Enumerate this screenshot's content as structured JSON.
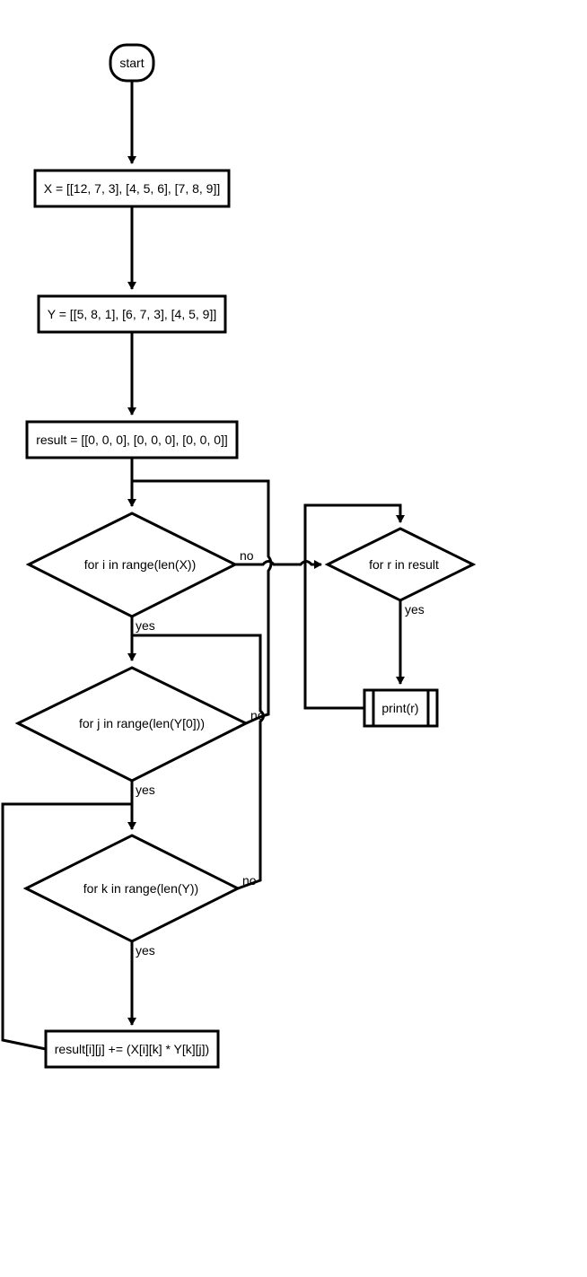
{
  "nodes": {
    "start": "start",
    "x_assign": "X = [[12, 7, 3], [4, 5, 6], [7, 8, 9]]",
    "y_assign": "Y = [[5, 8, 1], [6, 7, 3], [4, 5, 9]]",
    "result_assign": "result = [[0, 0, 0], [0, 0, 0], [0, 0, 0]]",
    "loop_i": "for i in range(len(X))",
    "loop_j": "for j in range(len(Y[0]))",
    "loop_k": "for k in range(len(Y))",
    "accumulate": "result[i][j] += (X[i][k] * Y[k][j])",
    "loop_r": "for r in result",
    "print": "print(r)"
  },
  "edge_labels": {
    "i_no": "no",
    "i_yes": "yes",
    "j_no": "no",
    "j_yes": "yes",
    "k_no": "no",
    "k_yes": "yes",
    "r_yes": "yes"
  }
}
